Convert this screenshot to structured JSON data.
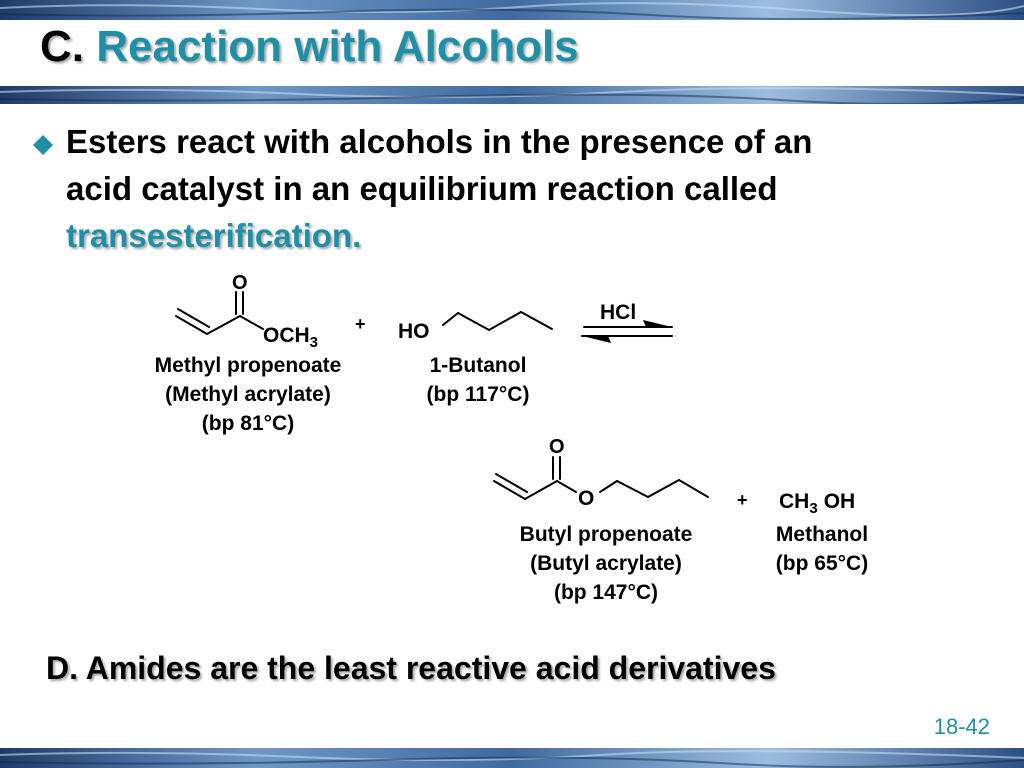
{
  "title": {
    "prefix": "C.",
    "text": "Reaction with Alcohols"
  },
  "bullet": {
    "icon": "diamond-bullet-icon",
    "line1": "Esters react with alcohols in the presence of an",
    "line2": "acid catalyst in an equilibrium reaction called",
    "highlight": "transesterification."
  },
  "reaction": {
    "top_row": {
      "ester_labels": {
        "carbonyl_o": "O",
        "och3_main": "OCH",
        "och3_sub": "3",
        "plus": "+",
        "alcohol_ho": "HO",
        "catalyst": "HCl"
      },
      "methyl_propenoate": [
        "Methyl propenoate",
        "(Methyl acrylate)",
        "(bp 81°C)"
      ],
      "butanol": [
        "1-Butanol",
        "(bp 117°C)"
      ]
    },
    "bottom_row": {
      "ester_labels": {
        "carbonyl_o": "O",
        "ester_o": "O",
        "plus": "+",
        "ch3_main": "CH",
        "ch3_sub": "3",
        "oh": "OH"
      },
      "butyl_propenoate": [
        "Butyl propenoate",
        "(Butyl acrylate)",
        "(bp 147°C)"
      ],
      "methanol": [
        "Methanol",
        "(bp 65°C)"
      ]
    }
  },
  "section_d": "D. Amides are the least reactive acid derivatives",
  "page_number": "18-42",
  "colors": {
    "accent": "#1f8fa8",
    "band_dark": "#1e3a68",
    "band_light": "#8fb2d8"
  }
}
